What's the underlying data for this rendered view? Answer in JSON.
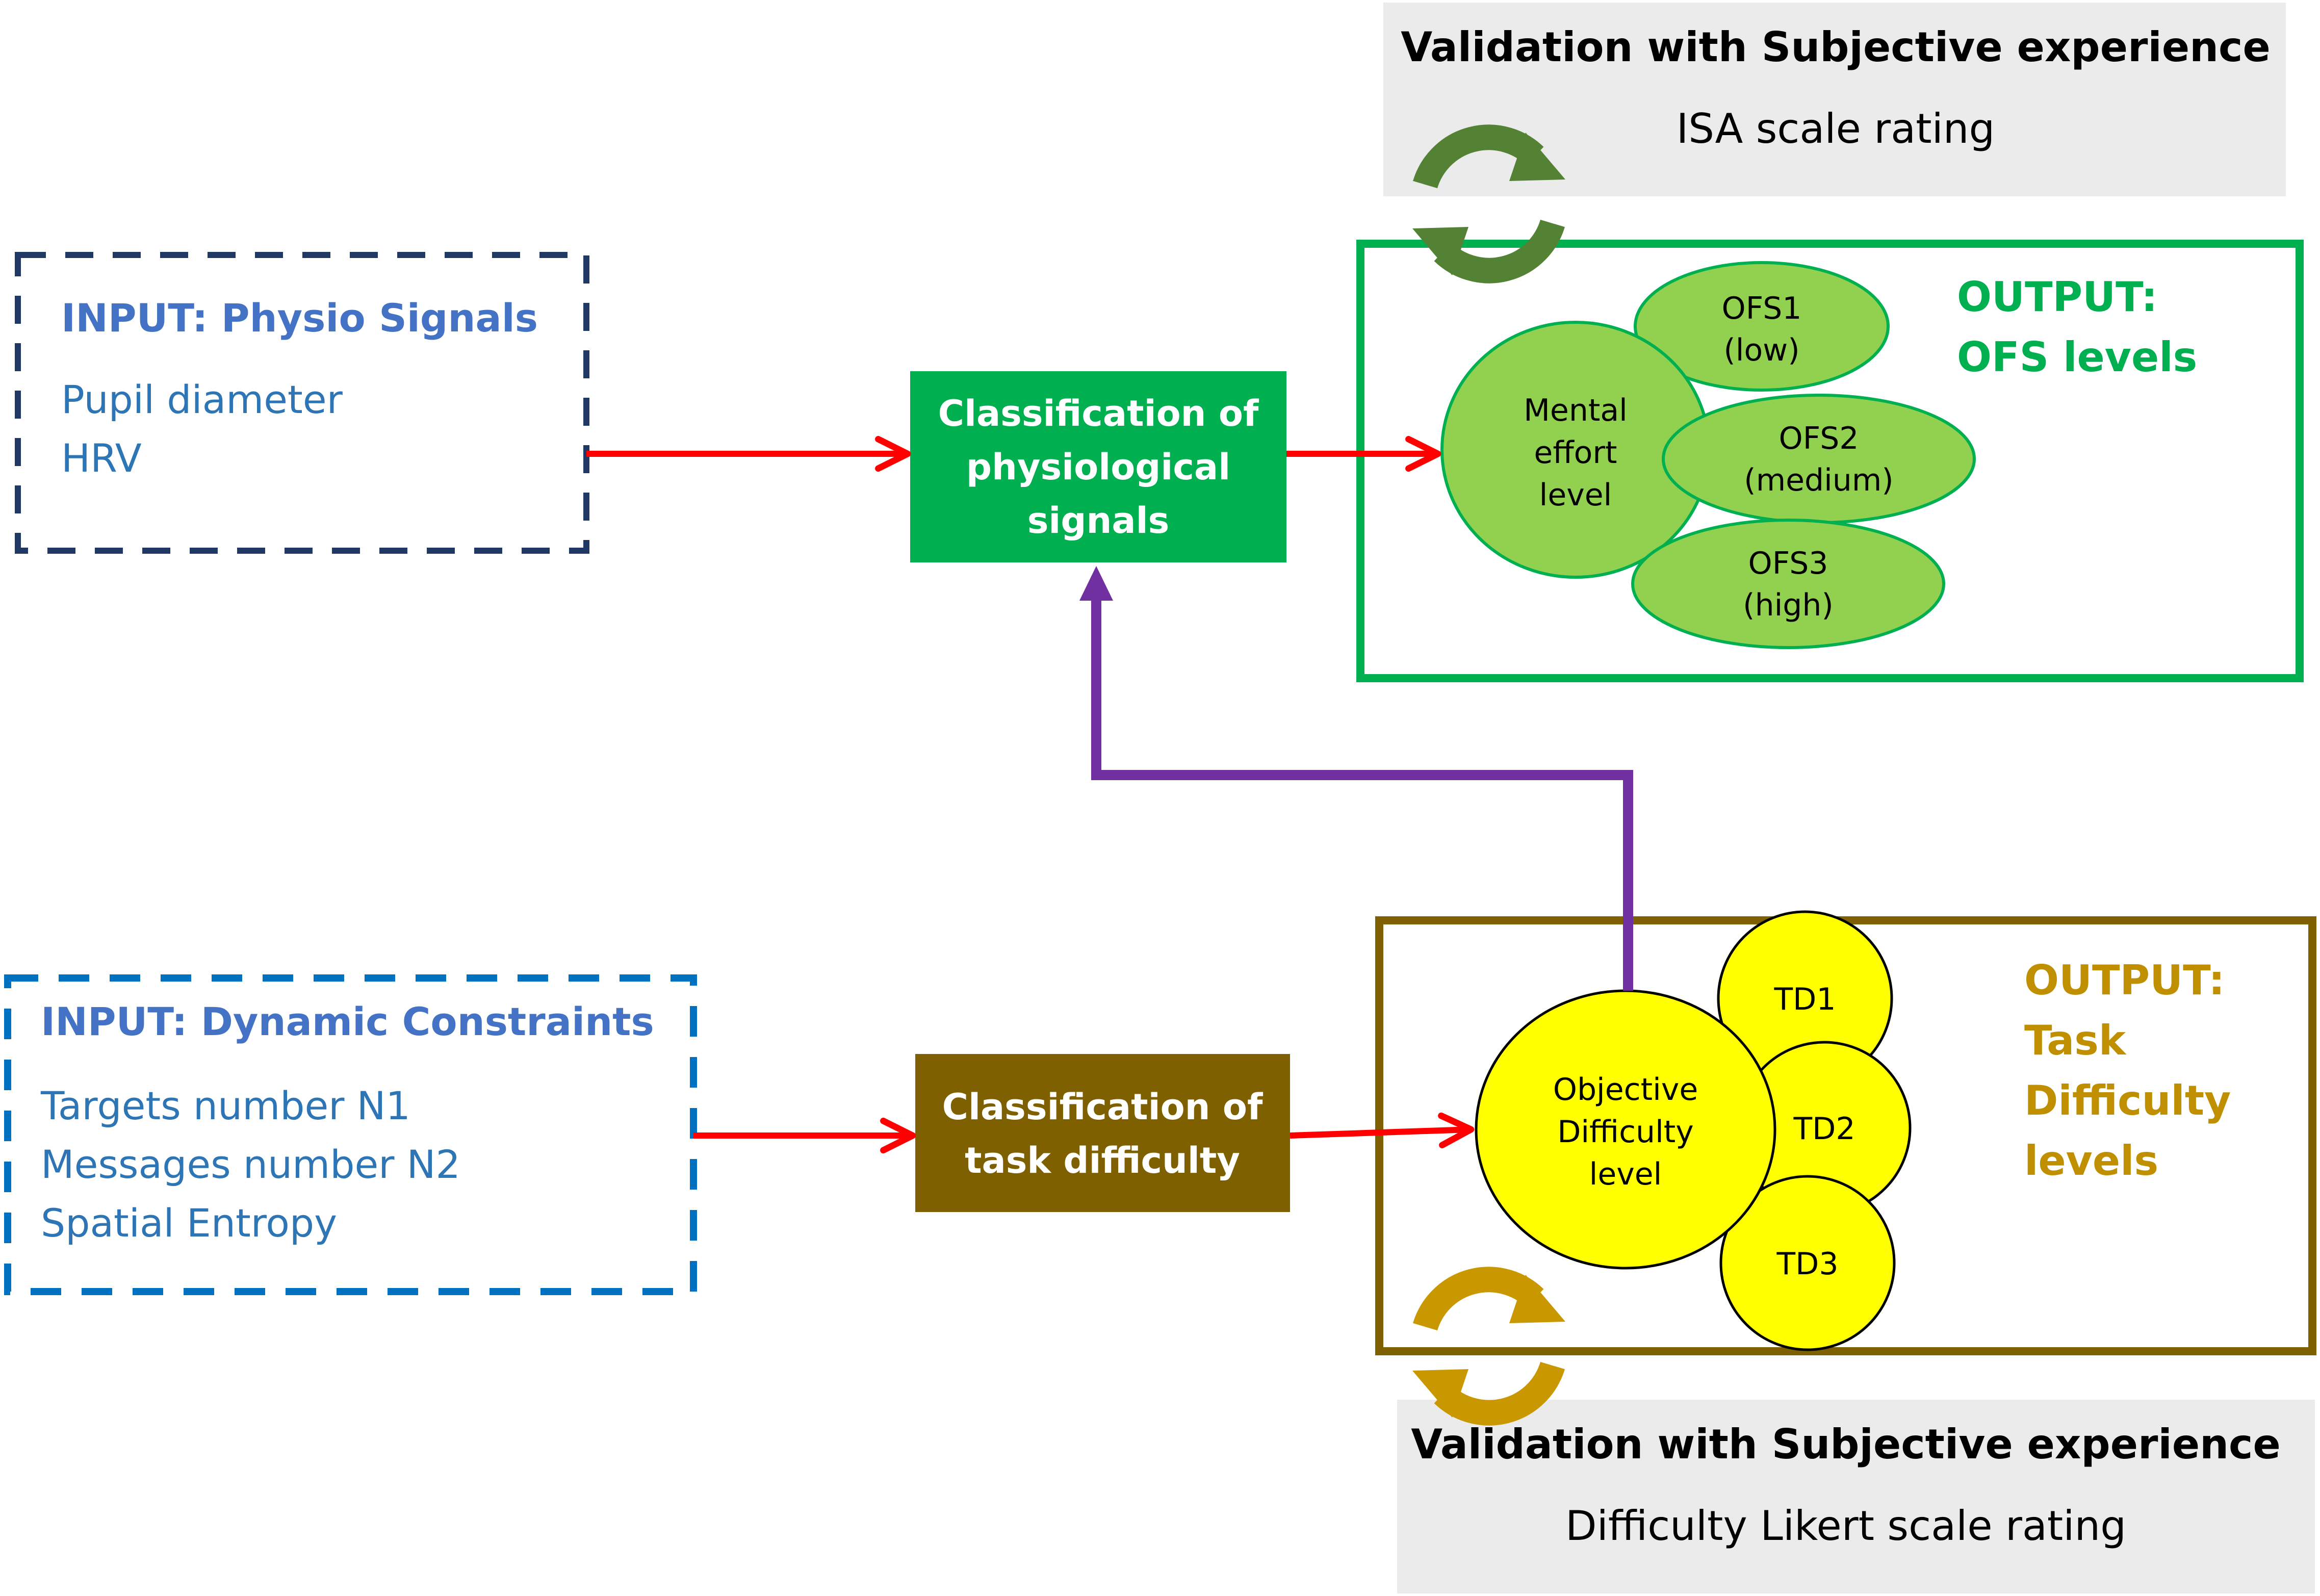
{
  "input_physio": {
    "title": "INPUT: Physio Signals",
    "items": [
      "Pupil diameter",
      "HRV"
    ]
  },
  "input_dynamic": {
    "title": "INPUT: Dynamic Constraints",
    "items": [
      "Targets number N1",
      "Messages number N2",
      "Spatial Entropy"
    ]
  },
  "classifier_physio": {
    "lines": [
      "Classification of",
      "physiological",
      "signals"
    ]
  },
  "classifier_task": {
    "lines": [
      "Classification of",
      "task difficulty"
    ]
  },
  "validation_top": {
    "title": "Validation with Subjective experience",
    "subtitle": "ISA scale rating"
  },
  "validation_bottom": {
    "title": "Validation with Subjective experience",
    "subtitle": "Difficulty Likert scale rating"
  },
  "output_ofs": {
    "lines": [
      "OUTPUT:",
      "OFS levels"
    ],
    "hub_lines": [
      "Mental",
      "effort",
      "level"
    ],
    "levels": [
      [
        "OFS1",
        "(low)"
      ],
      [
        "OFS2",
        "(medium)"
      ],
      [
        "OFS3",
        "(high)"
      ]
    ]
  },
  "output_td": {
    "lines": [
      "OUTPUT:",
      "Task",
      "Difficulty",
      "levels"
    ],
    "hub_lines": [
      "Objective",
      "Difficulty",
      "level"
    ],
    "levels": [
      "TD1",
      "TD2",
      "TD3"
    ]
  },
  "colors": {
    "input_blue": "#4472c4",
    "input_text_blue": "#2e75b6",
    "green_fill": "#00b050",
    "ofs_ellipse": "#92d050",
    "green_border": "#00b050",
    "brown": "#7f6000",
    "td_yellow": "#ffff00",
    "output_gold": "#bf8f00",
    "arrow_red": "#ff0000",
    "arrow_purple": "#7030a0",
    "cycle_green": "#548235",
    "cycle_gold": "#c99700",
    "validation_bg": "#ebebeb"
  }
}
